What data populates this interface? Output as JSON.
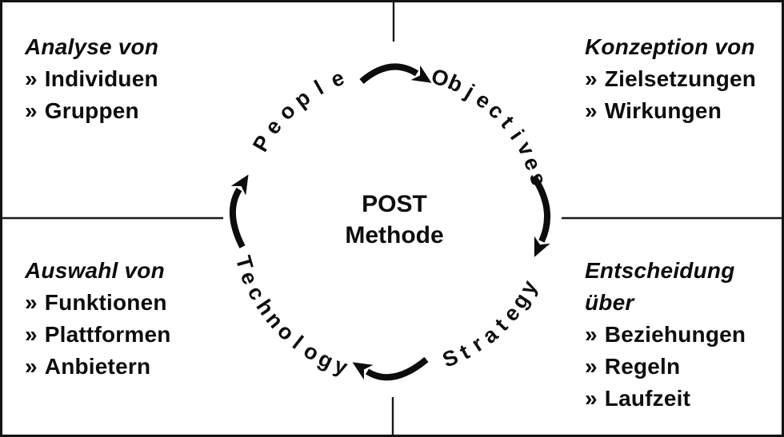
{
  "colors": {
    "ink": "#0d0d0d",
    "background": "#ffffff"
  },
  "center": {
    "title_line1": "POST",
    "title_line2": "Methode"
  },
  "cycle": {
    "people": "People",
    "objectives": "Objectives",
    "strategy": "Strategy",
    "technology": "Technology"
  },
  "bullet_char": "»",
  "quadrants": {
    "top_left": {
      "title": "Analyse von",
      "items": [
        "Individuen",
        "Gruppen"
      ]
    },
    "top_right": {
      "title": "Konzeption von",
      "items": [
        "Zielsetzungen",
        "Wirkungen"
      ]
    },
    "bottom_left": {
      "title": "Auswahl von",
      "items": [
        "Funktionen",
        "Plattformen",
        "Anbietern"
      ]
    },
    "bottom_right": {
      "title": "Entscheidung über",
      "items": [
        "Beziehungen",
        "Regeln",
        "Laufzeit"
      ]
    }
  }
}
